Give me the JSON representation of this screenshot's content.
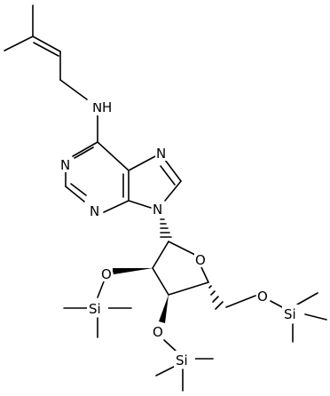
{
  "structure": {
    "atoms": {
      "nh": "N",
      "h": "H",
      "n1": "N",
      "n3": "N",
      "n7": "N",
      "n9": "N",
      "o_ring": "O",
      "o2": "O",
      "o3": "O",
      "o5": "O",
      "si2": "Si",
      "si3": "Si",
      "si5": "Si"
    }
  },
  "colors": {
    "ink": "#000000",
    "background": "#ffffff"
  }
}
